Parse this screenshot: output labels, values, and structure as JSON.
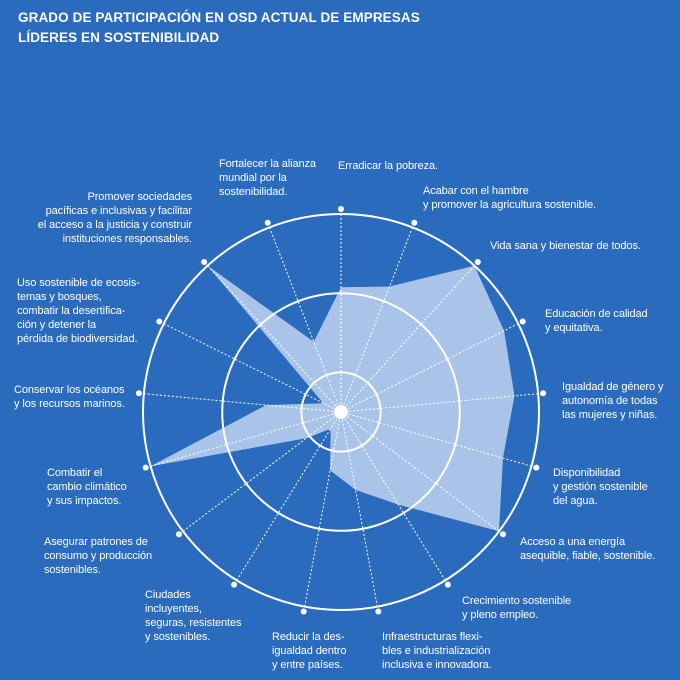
{
  "title_lines": [
    "GRADO DE PARTICIPACIÓN EN OSD ACTUAL DE EMPRESAS",
    "LÍDERES EN SOSTENIBILIDAD"
  ],
  "colors": {
    "background": "#2a6bbd",
    "area_fill": "#a9c4e8",
    "lines": "#ffffff"
  },
  "chart_data": {
    "type": "radar",
    "scale_max": 100,
    "rings": [
      20,
      60,
      100
    ],
    "categories": [
      "Erradicar la pobreza.",
      "Acabar con el hambre\ny promover la agricultura sostenible.",
      "Vida sana y bienestar de todos.",
      "Educación de calidad\ny equitativa.",
      "Igualdad de género y\nautonomía de todas\nlas mujeres y niñas.",
      "Disponibilidad\ny gestión sostenible\ndel agua.",
      "Acceso a una energía\nasequible, fiable, sostenible.",
      "Crecimiento sostenible\ny pleno empleo.",
      "Infraestructuras flexi-\nbles e industrialización\ninclusiva e innovadora.",
      "Reducir la des-\nigualdad dentro\ny entre países.",
      "Ciudades\nincluyentes,\nseguras, resistentes\ny sostenibles.",
      "Asegurar patrones de\nconsumo y producción\nsostenibles.",
      "Combatir el\ncambio climático\ny sus impactos.",
      "Conservar los océanos\ny los recursos marinos.",
      "Uso sostenible de ecosis-\ntemas y bosques,\ncombatir la desertifica-\nción y detener la\npérdida de biodiversidad.",
      "Promover sociedades\npacíficas e inclusivas y facilitar\nel acceso a la justicia y construir\ninstituciones responsables.",
      "Fortalecer la alianza\nmundial por la\nsostenibilidad."
    ],
    "values": [
      63,
      68,
      100,
      92,
      88,
      85,
      100,
      55,
      40,
      30,
      10,
      22,
      100,
      38,
      10,
      100,
      38
    ]
  }
}
